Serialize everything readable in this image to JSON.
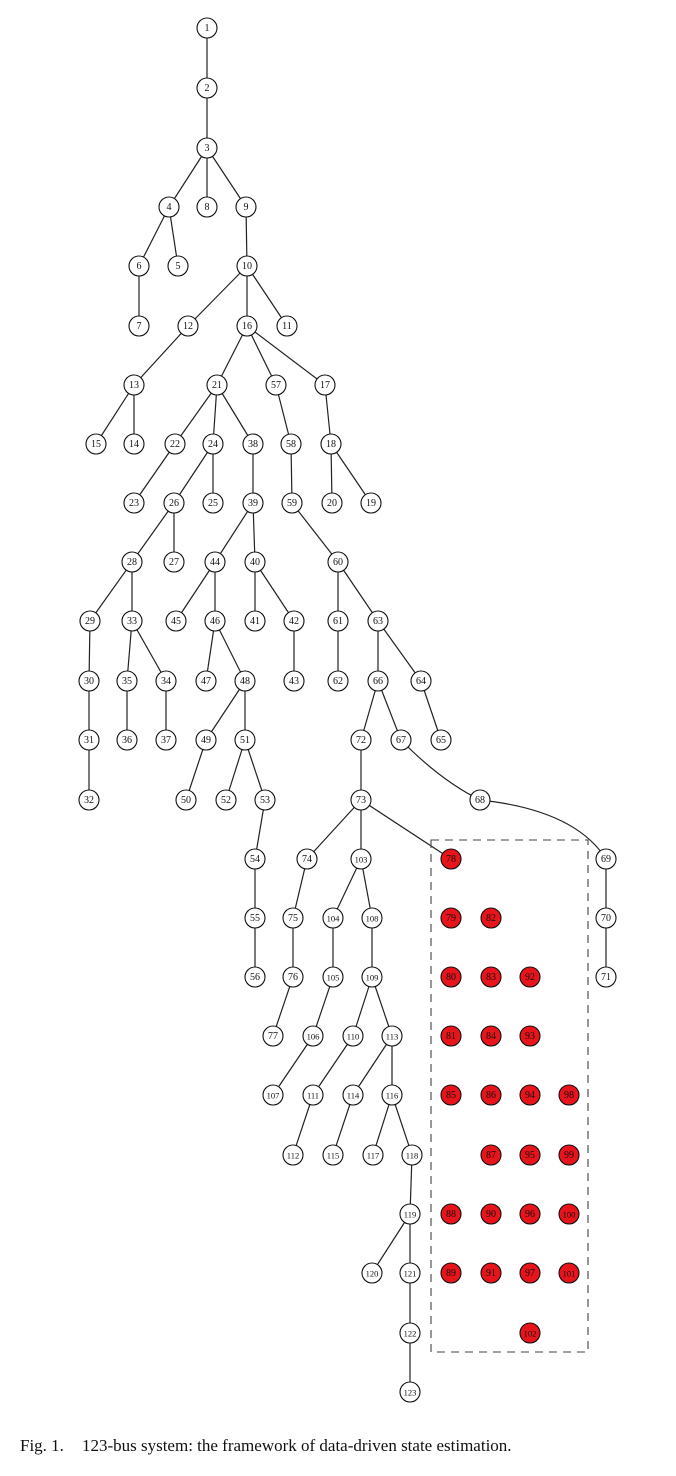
{
  "colors": {
    "node_fill": "#ffffff",
    "highlight_fill": "#e8141c",
    "stroke": "#111111",
    "box_stroke": "#444444"
  },
  "caption": {
    "label": "Fig. 1.",
    "text": "123-bus system: the framework of data-driven state estimation."
  },
  "highlighted_nodes": [
    "78",
    "79",
    "80",
    "81",
    "82",
    "83",
    "84",
    "85",
    "86",
    "87",
    "88",
    "89",
    "90",
    "91",
    "92",
    "93",
    "94",
    "95",
    "96",
    "97",
    "98",
    "99",
    "100",
    "101",
    "102"
  ],
  "nodes": [
    "1",
    "2",
    "3",
    "4",
    "5",
    "6",
    "7",
    "8",
    "9",
    "10",
    "11",
    "12",
    "13",
    "14",
    "15",
    "16",
    "17",
    "18",
    "19",
    "20",
    "21",
    "22",
    "23",
    "24",
    "25",
    "26",
    "27",
    "28",
    "29",
    "30",
    "31",
    "32",
    "33",
    "34",
    "35",
    "36",
    "37",
    "38",
    "39",
    "40",
    "41",
    "42",
    "43",
    "44",
    "45",
    "46",
    "47",
    "48",
    "49",
    "50",
    "51",
    "52",
    "53",
    "54",
    "55",
    "56",
    "57",
    "58",
    "59",
    "60",
    "61",
    "62",
    "63",
    "64",
    "65",
    "66",
    "67",
    "68",
    "69",
    "70",
    "71",
    "72",
    "73",
    "74",
    "75",
    "76",
    "77",
    "78",
    "79",
    "80",
    "81",
    "82",
    "83",
    "84",
    "85",
    "86",
    "87",
    "88",
    "89",
    "90",
    "91",
    "92",
    "93",
    "94",
    "95",
    "96",
    "97",
    "98",
    "99",
    "100",
    "101",
    "102",
    "103",
    "104",
    "105",
    "106",
    "107",
    "108",
    "109",
    "110",
    "111",
    "112",
    "113",
    "114",
    "115",
    "116",
    "117",
    "118",
    "119",
    "120",
    "121",
    "122",
    "123"
  ],
  "edges": [
    [
      "1",
      "2"
    ],
    [
      "2",
      "3"
    ],
    [
      "3",
      "4"
    ],
    [
      "3",
      "8"
    ],
    [
      "3",
      "9"
    ],
    [
      "4",
      "6"
    ],
    [
      "4",
      "5"
    ],
    [
      "6",
      "7"
    ],
    [
      "9",
      "10"
    ],
    [
      "10",
      "12"
    ],
    [
      "10",
      "16"
    ],
    [
      "10",
      "11"
    ],
    [
      "12",
      "13"
    ],
    [
      "13",
      "15"
    ],
    [
      "13",
      "14"
    ],
    [
      "16",
      "21"
    ],
    [
      "16",
      "57"
    ],
    [
      "16",
      "17"
    ],
    [
      "21",
      "22"
    ],
    [
      "21",
      "24"
    ],
    [
      "21",
      "38"
    ],
    [
      "22",
      "23"
    ],
    [
      "24",
      "26"
    ],
    [
      "24",
      "25"
    ],
    [
      "26",
      "28"
    ],
    [
      "26",
      "27"
    ],
    [
      "28",
      "29"
    ],
    [
      "28",
      "33"
    ],
    [
      "29",
      "30"
    ],
    [
      "30",
      "31"
    ],
    [
      "31",
      "32"
    ],
    [
      "33",
      "35"
    ],
    [
      "33",
      "34"
    ],
    [
      "35",
      "36"
    ],
    [
      "34",
      "37"
    ],
    [
      "38",
      "39"
    ],
    [
      "39",
      "44"
    ],
    [
      "39",
      "40"
    ],
    [
      "44",
      "45"
    ],
    [
      "44",
      "46"
    ],
    [
      "46",
      "47"
    ],
    [
      "46",
      "48"
    ],
    [
      "48",
      "49"
    ],
    [
      "48",
      "51"
    ],
    [
      "49",
      "50"
    ],
    [
      "51",
      "52"
    ],
    [
      "51",
      "53"
    ],
    [
      "53",
      "54"
    ],
    [
      "54",
      "55"
    ],
    [
      "55",
      "56"
    ],
    [
      "40",
      "41"
    ],
    [
      "40",
      "42"
    ],
    [
      "42",
      "43"
    ],
    [
      "57",
      "58"
    ],
    [
      "58",
      "59"
    ],
    [
      "59",
      "60"
    ],
    [
      "60",
      "61"
    ],
    [
      "60",
      "63"
    ],
    [
      "61",
      "62"
    ],
    [
      "63",
      "66"
    ],
    [
      "63",
      "64"
    ],
    [
      "64",
      "65"
    ],
    [
      "66",
      "72"
    ],
    [
      "66",
      "67"
    ],
    [
      "67",
      "68"
    ],
    [
      "68",
      "69"
    ],
    [
      "69",
      "70"
    ],
    [
      "70",
      "71"
    ],
    [
      "72",
      "73"
    ],
    [
      "73",
      "74"
    ],
    [
      "73",
      "103"
    ],
    [
      "73",
      "78"
    ],
    [
      "74",
      "75"
    ],
    [
      "75",
      "76"
    ],
    [
      "76",
      "77"
    ],
    [
      "103",
      "104"
    ],
    [
      "103",
      "108"
    ],
    [
      "104",
      "105"
    ],
    [
      "105",
      "106"
    ],
    [
      "106",
      "107"
    ],
    [
      "108",
      "109"
    ],
    [
      "109",
      "110"
    ],
    [
      "109",
      "113"
    ],
    [
      "110",
      "111"
    ],
    [
      "111",
      "112"
    ],
    [
      "113",
      "114"
    ],
    [
      "113",
      "116"
    ],
    [
      "114",
      "115"
    ],
    [
      "116",
      "117"
    ],
    [
      "116",
      "118"
    ],
    [
      "118",
      "119"
    ],
    [
      "119",
      "120"
    ],
    [
      "119",
      "121"
    ],
    [
      "121",
      "122"
    ],
    [
      "122",
      "123"
    ],
    [
      "17",
      "18"
    ],
    [
      "18",
      "20"
    ],
    [
      "18",
      "19"
    ]
  ]
}
